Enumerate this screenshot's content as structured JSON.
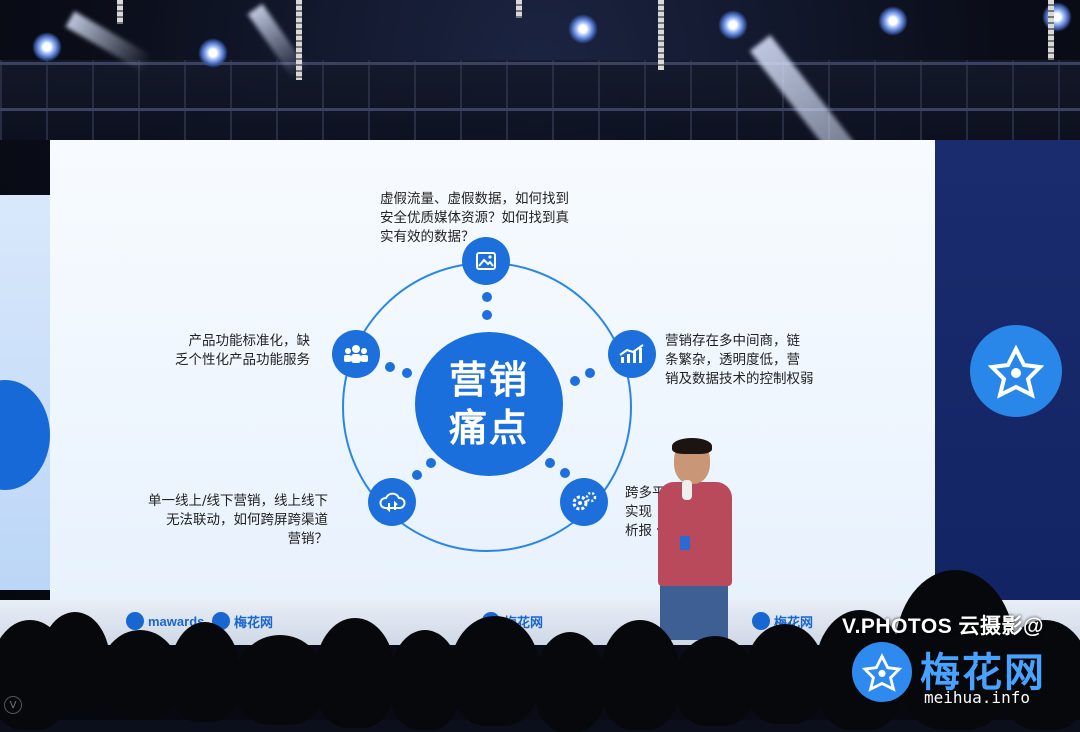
{
  "slide": {
    "center_line1": "营销",
    "center_line2": "痛点",
    "points": {
      "top": "虚假流量、虚假数据，如何找到\n安全优质媒体资源？如何找到真\n实有效的数据？",
      "left": "产品功能标准化，缺\n乏个性化产品功能服务",
      "right": "营销存在多中间商，链\n条繁杂，透明度低，营\n销及数据技术的控制权弱",
      "bottom_left": "单一线上/线下营销，线上线下\n无法联动，如何跨屏跨渠道\n营销？",
      "bottom_right": "跨多平                如何\n实现                ，分\n析报                化？"
    }
  },
  "band": {
    "logo1": "梅花网",
    "logo2": "mawards",
    "logo3": "梅花网",
    "logo4": "梅花网"
  },
  "watermark": {
    "credit": "V.PHOTOS 云摄影@",
    "brand": "梅花网",
    "url": "meihua.info",
    "corner": "V"
  },
  "colors": {
    "accent": "#1a6fdc",
    "screen_bg": "#f2f8ff"
  },
  "icons": [
    "image-icon",
    "chart-icon",
    "gears-icon",
    "cloud-sync-icon",
    "people-icon",
    "meihua-logo-icon"
  ]
}
